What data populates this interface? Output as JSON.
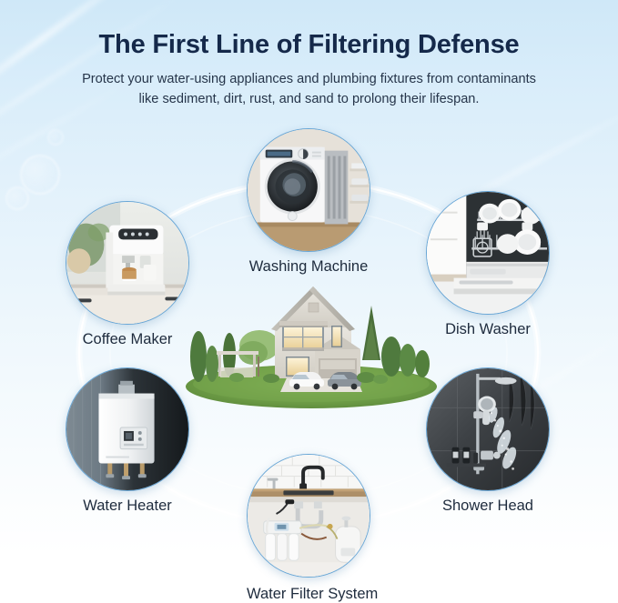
{
  "header": {
    "title": "The First Line of Filtering Defense",
    "subtitle_line1": "Protect your water-using appliances and plumbing fixtures from contaminants",
    "subtitle_line2": "like sediment, dirt, rust, and sand to prolong their lifespan."
  },
  "colors": {
    "background_top": "#cfe8f8",
    "background_bottom": "#ffffff",
    "title_text": "#15294a",
    "subtitle_text": "#26354a",
    "label_text": "#1e2b3d",
    "circle_border": "#68a6d6",
    "connector_arc": "#ffffff",
    "lawn_green": "#6f9e4a",
    "house_wall": "#dfdcd4",
    "house_roof": "#b9b6ae"
  },
  "center": {
    "scene_name": "suburban-house-illustration",
    "description": "Two-story modern house with driveway, two cars, trees and green lawn"
  },
  "nodes": [
    {
      "id": "coffee-maker",
      "label": "Coffee Maker",
      "image_name": "coffee-maker-photo",
      "position": "left-upper"
    },
    {
      "id": "washing-machine",
      "label": "Washing Machine",
      "image_name": "washing-machine-photo",
      "position": "top-center"
    },
    {
      "id": "dish-washer",
      "label": "Dish Washer",
      "image_name": "dish-washer-photo",
      "position": "right-upper"
    },
    {
      "id": "water-heater",
      "label": "Water Heater",
      "image_name": "tankless-water-heater-photo",
      "position": "left-lower"
    },
    {
      "id": "shower-head",
      "label": "Shower Head",
      "image_name": "shower-head-photo",
      "position": "right-lower"
    },
    {
      "id": "water-filter-system",
      "label": "Water Filter System",
      "image_name": "under-sink-water-filter-photo",
      "position": "bottom-center"
    }
  ]
}
